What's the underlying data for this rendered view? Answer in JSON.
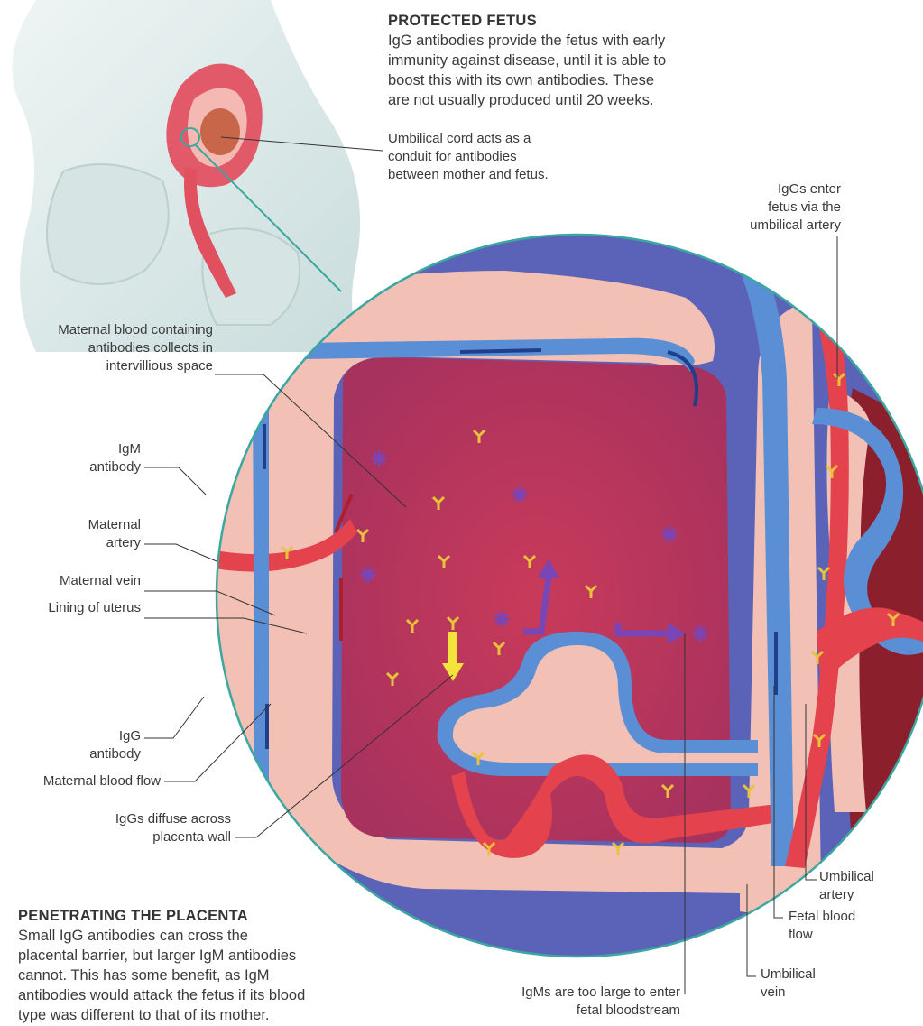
{
  "protected": {
    "title": "PROTECTED FETUS",
    "lines": [
      "IgG antibodies provide the fetus with early",
      "immunity against disease, until it is able to",
      "boost this with its own antibodies. These",
      "are not usually produced until 20 weeks."
    ]
  },
  "penetrating": {
    "title": "PENETRATING THE PLACENTA",
    "lines": [
      "Small IgG antibodies can cross the",
      "placental barrier, but larger IgM antibodies",
      "cannot. This has some benefit, as IgM",
      "antibodies would attack the fetus if its blood",
      "type was different to that of its mother."
    ]
  },
  "labels": {
    "cord": [
      "Umbilical cord acts as a",
      "conduit for antibodies",
      "between mother and fetus."
    ],
    "iggs_enter": [
      "IgGs enter",
      "fetus via the",
      "umbilical artery"
    ],
    "maternal_blood": [
      "Maternal blood containing",
      "antibodies collects in",
      "intervillious space"
    ],
    "igm_antibody": [
      "IgM",
      "antibody"
    ],
    "maternal_artery": [
      "Maternal",
      "artery"
    ],
    "maternal_vein": [
      "Maternal vein"
    ],
    "lining": [
      "Lining of uterus"
    ],
    "igg_antibody": [
      "IgG",
      "antibody"
    ],
    "maternal_flow": [
      "Maternal blood flow"
    ],
    "iggs_diffuse": [
      "IgGs diffuse across",
      "placenta wall"
    ],
    "umbilical_artery": [
      "Umbilical",
      "artery"
    ],
    "fetal_flow": [
      "Fetal blood",
      "flow"
    ],
    "umbilical_vein": [
      "Umbilical",
      "vein"
    ],
    "igms_large": [
      "IgMs are too large to enter",
      "fetal bloodstream"
    ]
  },
  "colors": {
    "outer_blue": "#5a63b8",
    "space_red": "#c93a5a",
    "tissue_pink": "#f2c0b4",
    "artery_red": "#e4424c",
    "vein_blue": "#5a8fd6",
    "antibody_yellow": "#e8c23a",
    "igm_purple": "#7a45b5",
    "leader_teal": "#3aa7a0"
  }
}
